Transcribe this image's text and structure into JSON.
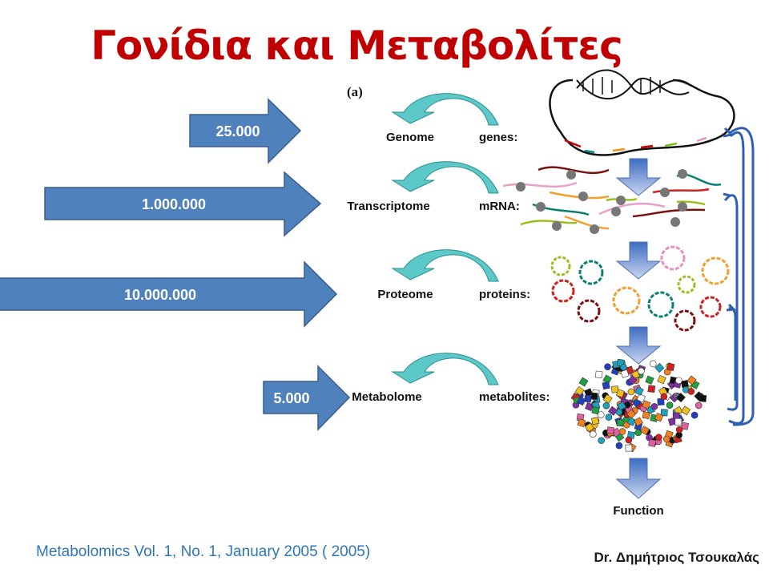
{
  "title": "Γονίδια και Μεταβολίτες",
  "panel_label": "(a)",
  "levels": [
    {
      "ome": "Genome",
      "molecule": "genes:",
      "count": "25.000"
    },
    {
      "ome": "Transcriptome",
      "molecule": "mRNA:",
      "count": "1.000.000"
    },
    {
      "ome": "Proteome",
      "molecule": "proteins:",
      "count": "10.000.000"
    },
    {
      "ome": "Metabolome",
      "molecule": "metabolites:",
      "count": "5.000"
    }
  ],
  "function_label": "Function",
  "citation": "Metabolomics Vol. 1, No. 1, January 2005 ( 2005)",
  "author": "Dr. Δημήτριος Τσουκαλάς",
  "colors": {
    "title": "#c00000",
    "count_arrow": "#4f81bd",
    "cycle_arrow": "#5cc8c8",
    "feedback": "#2f5fb0",
    "citation": "#2e75b6"
  }
}
